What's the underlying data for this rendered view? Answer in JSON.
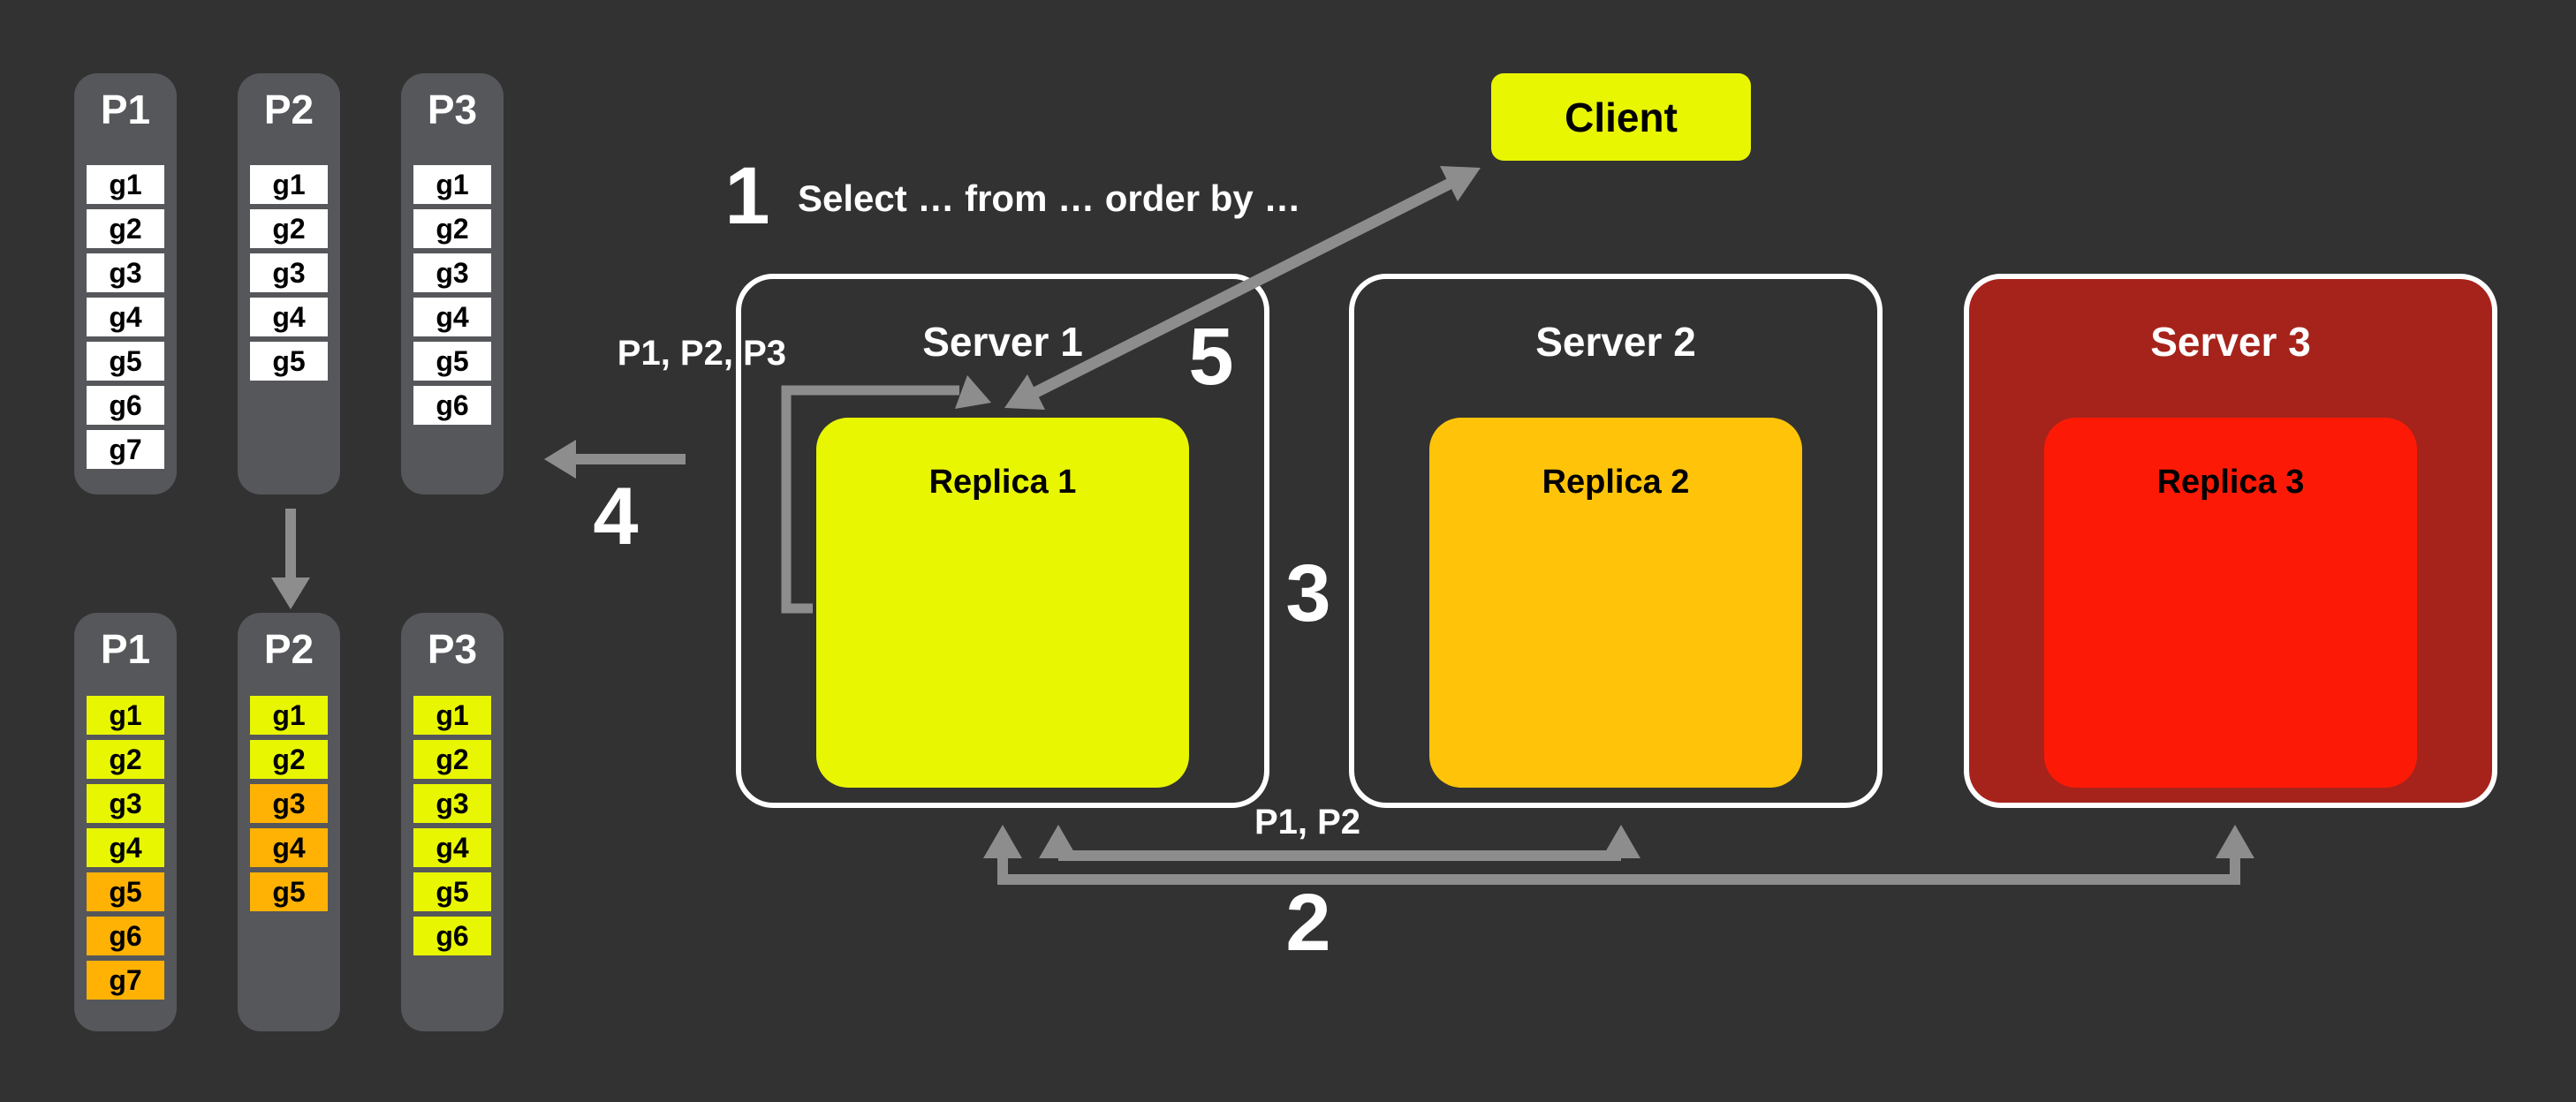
{
  "colors": {
    "background": "#323232",
    "panel": "#56575a",
    "yellow": "#e9f602",
    "orange": "#ffb204",
    "amber": "#ffc40a",
    "red": "#fc1a06",
    "dark_red": "#a6231b",
    "arrow": "#8d8d8d",
    "white": "#ffffff"
  },
  "client": {
    "label": "Client"
  },
  "query_text": "Select … from … order by …",
  "steps": {
    "s1": "1",
    "s2": "2",
    "s3": "3",
    "s4": "4",
    "s5": "5"
  },
  "arrow_labels": {
    "scatter_partitions": "P1, P2, P3",
    "gather_partitions": "P1, P2"
  },
  "servers": [
    {
      "title": "Server 1",
      "replica_label": "Replica 1"
    },
    {
      "title": "Server 2",
      "replica_label": "Replica 2"
    },
    {
      "title": "Server 3",
      "replica_label": "Replica 3"
    }
  ],
  "partition_groups": [
    {
      "name": "partitions-unsorted",
      "columns": [
        {
          "title": "P1",
          "cells": [
            {
              "label": "g1",
              "color": "white"
            },
            {
              "label": "g2",
              "color": "white"
            },
            {
              "label": "g3",
              "color": "white"
            },
            {
              "label": "g4",
              "color": "white"
            },
            {
              "label": "g5",
              "color": "white"
            },
            {
              "label": "g6",
              "color": "white"
            },
            {
              "label": "g7",
              "color": "white"
            }
          ]
        },
        {
          "title": "P2",
          "cells": [
            {
              "label": "g1",
              "color": "white"
            },
            {
              "label": "g2",
              "color": "white"
            },
            {
              "label": "g3",
              "color": "white"
            },
            {
              "label": "g4",
              "color": "white"
            },
            {
              "label": "g5",
              "color": "white"
            }
          ]
        },
        {
          "title": "P3",
          "cells": [
            {
              "label": "g1",
              "color": "white"
            },
            {
              "label": "g2",
              "color": "white"
            },
            {
              "label": "g3",
              "color": "white"
            },
            {
              "label": "g4",
              "color": "white"
            },
            {
              "label": "g5",
              "color": "white"
            },
            {
              "label": "g6",
              "color": "white"
            }
          ]
        }
      ]
    },
    {
      "name": "partitions-sorted",
      "columns": [
        {
          "title": "P1",
          "cells": [
            {
              "label": "g1",
              "color": "yellow"
            },
            {
              "label": "g2",
              "color": "yellow"
            },
            {
              "label": "g3",
              "color": "yellow"
            },
            {
              "label": "g4",
              "color": "yellow"
            },
            {
              "label": "g5",
              "color": "orange"
            },
            {
              "label": "g6",
              "color": "orange"
            },
            {
              "label": "g7",
              "color": "orange"
            }
          ]
        },
        {
          "title": "P2",
          "cells": [
            {
              "label": "g1",
              "color": "yellow"
            },
            {
              "label": "g2",
              "color": "yellow"
            },
            {
              "label": "g3",
              "color": "orange"
            },
            {
              "label": "g4",
              "color": "orange"
            },
            {
              "label": "g5",
              "color": "orange"
            }
          ]
        },
        {
          "title": "P3",
          "cells": [
            {
              "label": "g1",
              "color": "yellow"
            },
            {
              "label": "g2",
              "color": "yellow"
            },
            {
              "label": "g3",
              "color": "yellow"
            },
            {
              "label": "g4",
              "color": "yellow"
            },
            {
              "label": "g5",
              "color": "yellow"
            },
            {
              "label": "g6",
              "color": "yellow"
            }
          ]
        }
      ]
    }
  ]
}
